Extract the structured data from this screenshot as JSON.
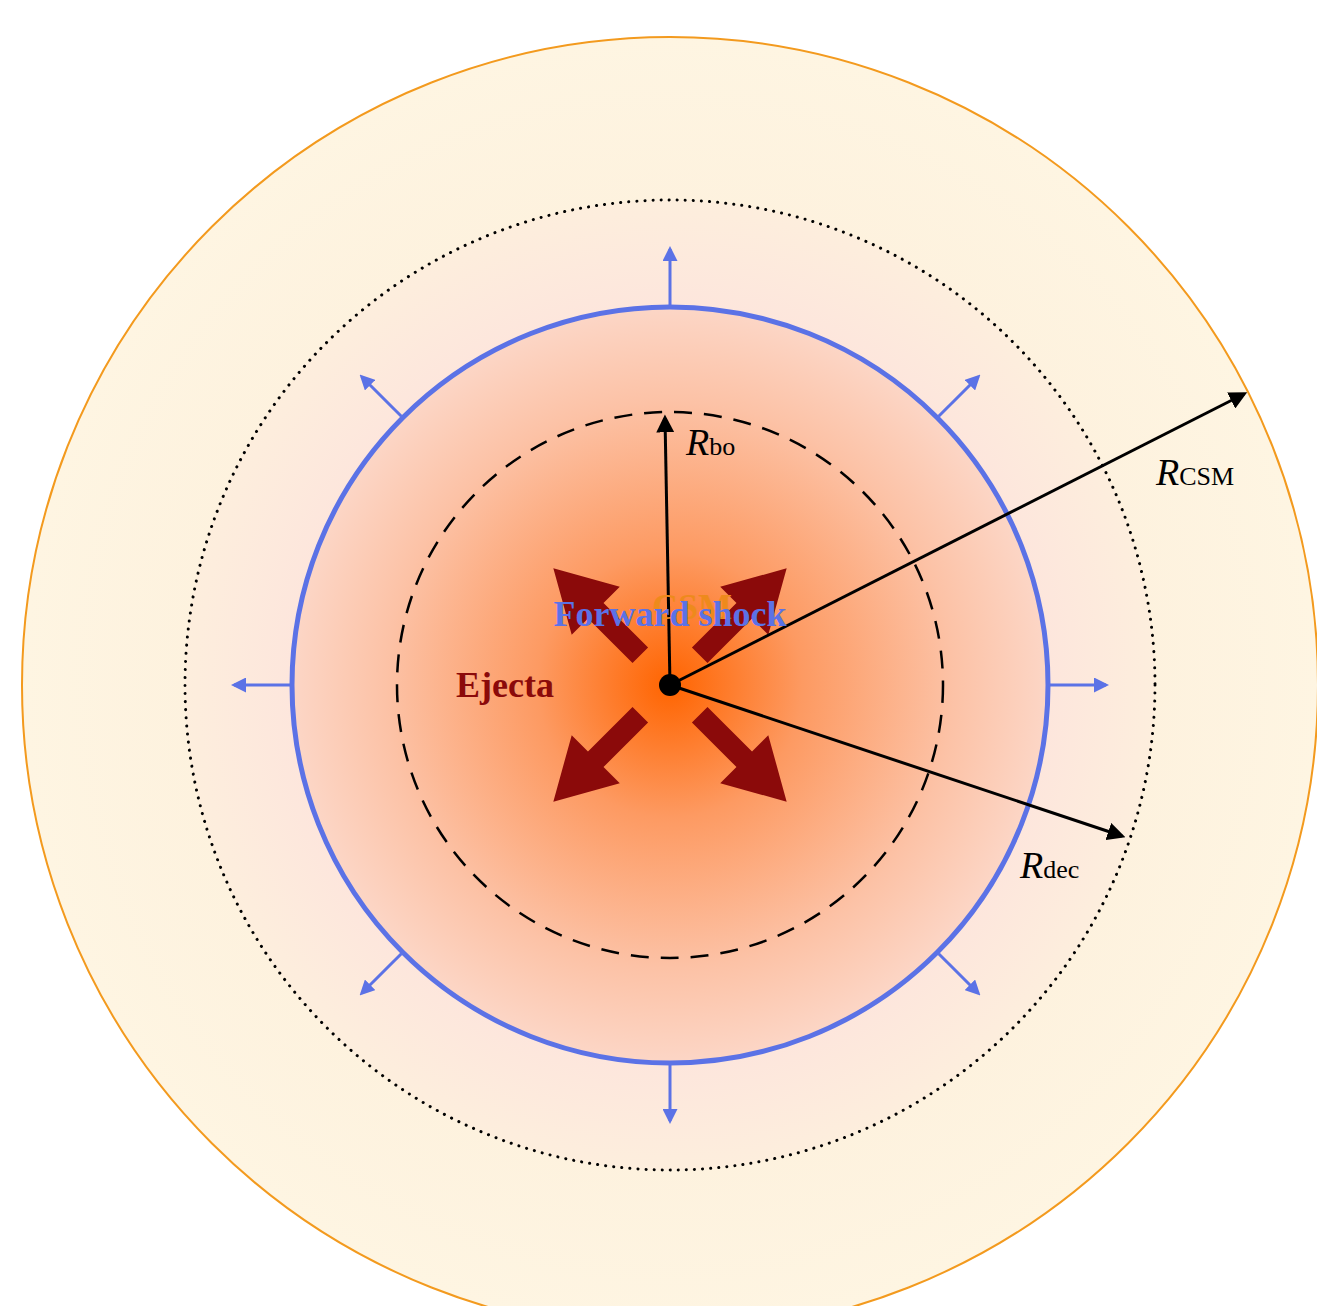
{
  "diagram": {
    "nodes": [
      {
        "text": [
          "CSM"
        ]
      },
      {
        "text": [
          "Forward shock"
        ],
        "in": 0
      }
    ],
    "labels": [
      "Ejecta",
      "Rbo",
      "RCSM",
      "Rdec"
    ]
  }
}
